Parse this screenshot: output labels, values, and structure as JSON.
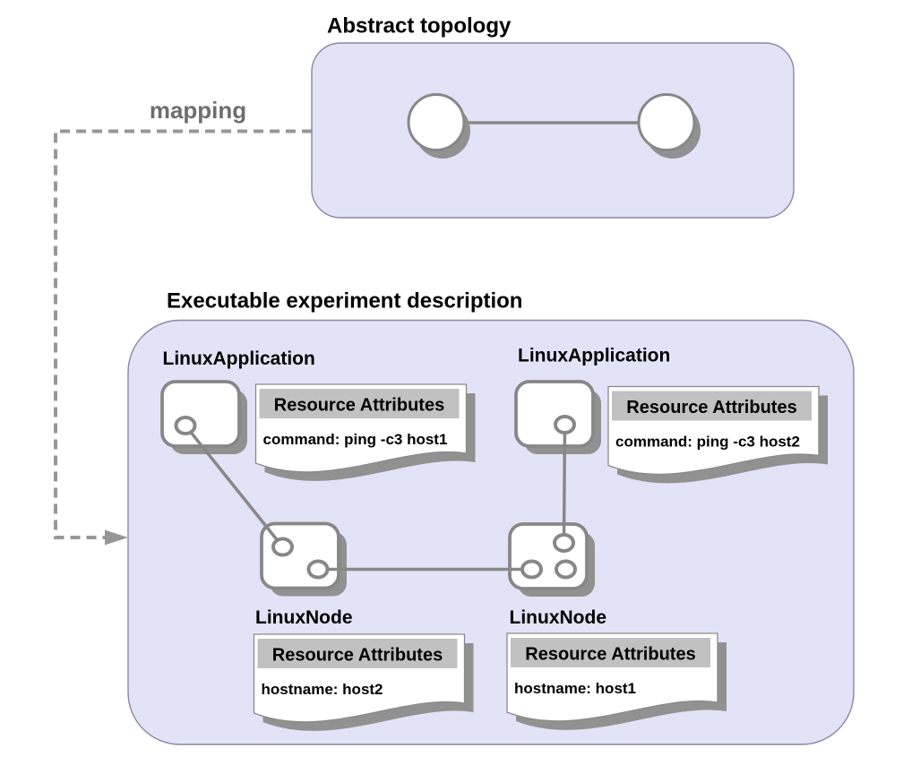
{
  "colors": {
    "canvas-bg": "#ffffff",
    "container-fill": "#e3e3f7",
    "container-border": "#8888a0",
    "stroke-gray": "#878787",
    "shadow-gray": "#919191",
    "band-gray": "#c1c1c1",
    "dash-gray": "#979797",
    "mapping-text": "#6e6e6e",
    "title-text": "#000000"
  },
  "titles": {
    "abstract": "Abstract topology",
    "executable": "Executable experiment description"
  },
  "mapping": {
    "label": "mapping"
  },
  "nodes": {
    "app1": {
      "label": "LinuxApplication"
    },
    "app2": {
      "label": "LinuxApplication"
    },
    "node1": {
      "label": "LinuxNode"
    },
    "node2": {
      "label": "LinuxNode"
    }
  },
  "notes": {
    "app1": {
      "header": "Resource Attributes",
      "body": "command: ping -c3 host1"
    },
    "app2": {
      "header": "Resource Attributes",
      "body": "command: ping -c3 host2"
    },
    "node1": {
      "header": "Resource Attributes",
      "body": "hostname: host2"
    },
    "node2": {
      "header": "Resource Attributes",
      "body": "hostname: host1"
    }
  }
}
